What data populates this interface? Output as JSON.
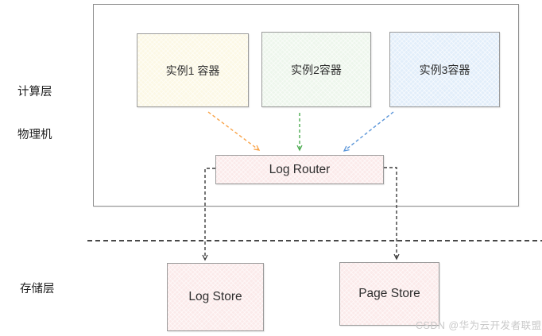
{
  "diagram": {
    "labels": {
      "compute_layer_line1": "计算层",
      "compute_layer_line2": "物理机",
      "storage_layer": "存储层"
    },
    "nodes": {
      "instance1": {
        "label": "实例1 容器",
        "fill": "#fcf8e5"
      },
      "instance2": {
        "label": "实例2容器",
        "fill": "#edf6ec"
      },
      "instance3": {
        "label": "实例3容器",
        "fill": "#e2eefa"
      },
      "log_router": {
        "label": "Log Router",
        "fill": "#fbeaea"
      },
      "log_store": {
        "label": "Log Store",
        "fill": "#fbeaea"
      },
      "page_store": {
        "label": "Page Store",
        "fill": "#fbeaea"
      }
    },
    "colors": {
      "arrow_orange": "#f9a348",
      "arrow_green": "#4cab50",
      "arrow_blue": "#5b96d9",
      "connector_dark": "#3c3c3c",
      "separator_dark": "#2e2e2e"
    }
  },
  "watermark": {
    "text": "CSDN @华为云开发者联盟",
    "color": "#c9c9c9"
  }
}
